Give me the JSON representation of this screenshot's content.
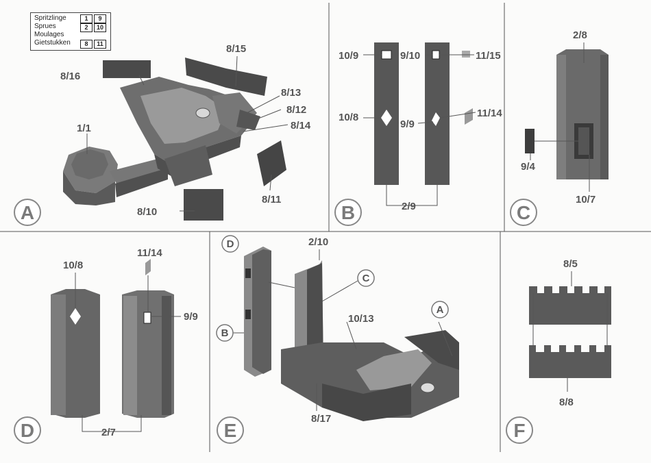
{
  "legend": {
    "rows": [
      {
        "label": "Spritzlinge",
        "left": "1",
        "right": "9"
      },
      {
        "label": "Sprues",
        "left": "2",
        "right": "10"
      },
      {
        "label": "Moulages",
        "left": "",
        "right": ""
      },
      {
        "label": "Gietstukken",
        "left": "8",
        "right": "11"
      }
    ]
  },
  "panels": {
    "A": {
      "letter": "A",
      "labels": [
        "8/15",
        "8/16",
        "8/13",
        "8/12",
        "8/14",
        "1/1",
        "8/11",
        "8/10"
      ]
    },
    "B": {
      "letter": "B",
      "labels": [
        "10/9",
        "9/10",
        "11/15",
        "10/8",
        "9/9",
        "11/14",
        "2/9"
      ]
    },
    "C": {
      "letter": "C",
      "labels": [
        "2/8",
        "9/4",
        "10/7"
      ]
    },
    "D": {
      "letter": "D",
      "labels": [
        "10/8",
        "11/14",
        "9/9",
        "2/7"
      ]
    },
    "E": {
      "letter": "E",
      "labels": [
        "2/10",
        "10/13",
        "8/17"
      ],
      "callouts": [
        "D",
        "C",
        "A",
        "B"
      ]
    },
    "F": {
      "letter": "F",
      "labels": [
        "8/5",
        "8/8"
      ]
    }
  },
  "colors": {
    "part": "#5b5b5b",
    "part_dark": "#3c3c3c",
    "part_light": "#8a8a8a",
    "divider": "#555555"
  }
}
